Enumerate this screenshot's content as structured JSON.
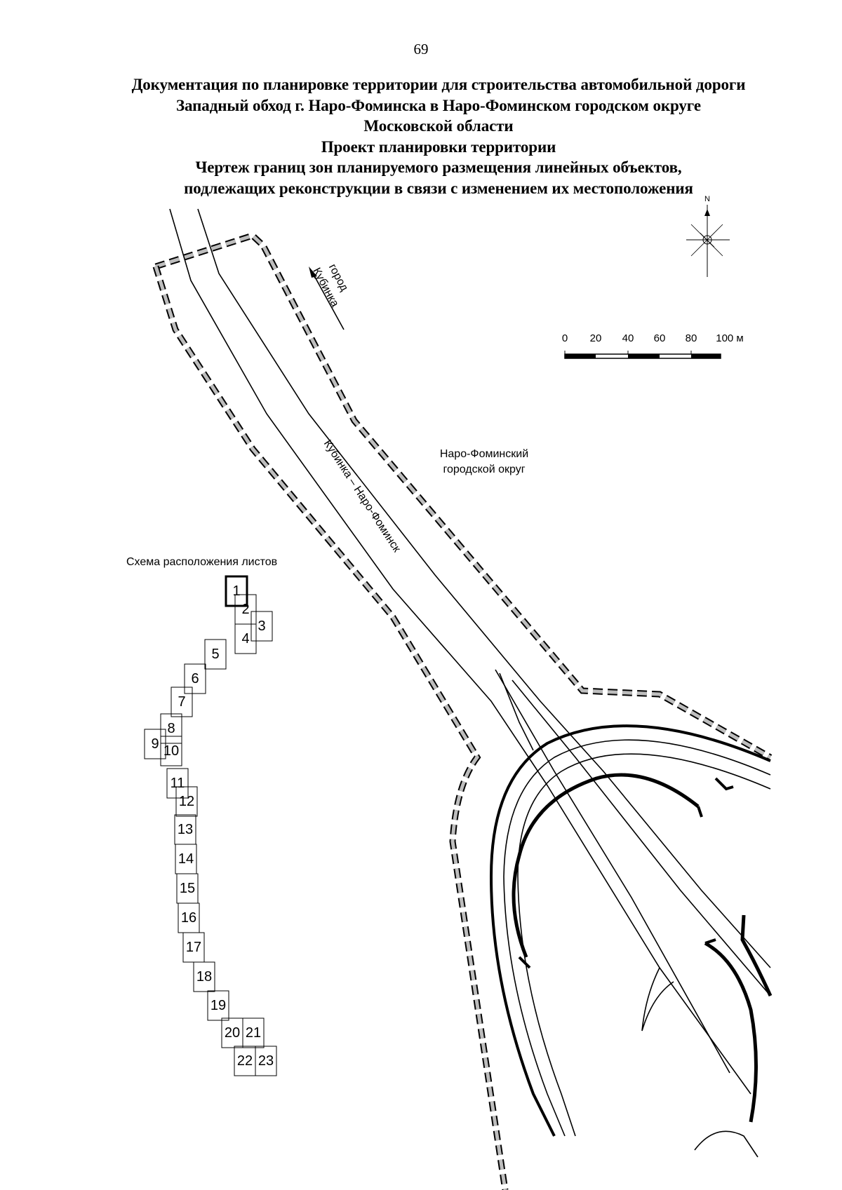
{
  "page_number": "69",
  "title_lines": [
    "Документация по планировке территории для строительства автомобильной дороги",
    "Западный обход г. Наро-Фоминска в Наро-Фоминском городском округе",
    "Московской области",
    "Проект планировки территории",
    "Чертеж границ зон планируемого размещения линейных объектов,",
    "подлежащих реконструкции в связи с изменением их местоположения"
  ],
  "north_label": "N",
  "direction_label": [
    "город",
    "Кубинка"
  ],
  "road_label": "Кубинка – Наро-Фоминск",
  "district_label": [
    "Наро-Фоминский",
    "городской округ"
  ],
  "scale": {
    "ticks": [
      "0",
      "20",
      "40",
      "60",
      "80",
      "100 м"
    ]
  },
  "sheet_scheme": {
    "title": "Схема расположения листов",
    "sheets": [
      "1",
      "2",
      "3",
      "4",
      "5",
      "6",
      "7",
      "8",
      "9",
      "10",
      "11",
      "12",
      "13",
      "14",
      "15",
      "16",
      "17",
      "18",
      "19",
      "20",
      "21",
      "22",
      "23"
    ],
    "active_sheet": "1"
  },
  "colors": {
    "ink": "#000000",
    "hatch": "#8a8a8a"
  }
}
